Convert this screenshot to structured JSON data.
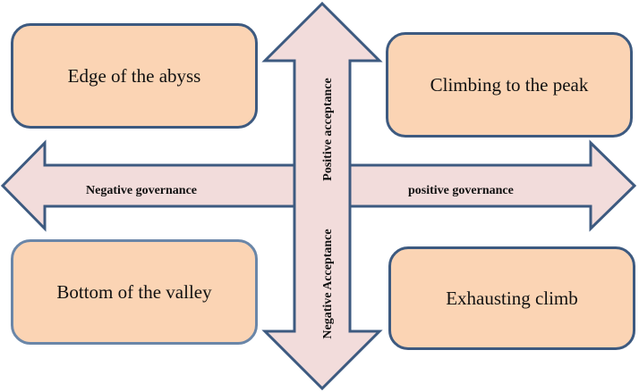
{
  "quadrants": {
    "top_left": "Edge of the abyss",
    "top_right": "Climbing to the peak",
    "bottom_left": "Bottom of the valley",
    "bottom_right": "Exhausting climb"
  },
  "axes": {
    "horizontal_left": "Negative governance",
    "horizontal_right": "positive governance",
    "vertical_top": "Positive acceptance",
    "vertical_bottom": "Negative Acceptance"
  },
  "colors": {
    "arrow_fill": "#f2dcdb",
    "box_fill": "#fbd4b4",
    "outline": "#3d5a80"
  }
}
